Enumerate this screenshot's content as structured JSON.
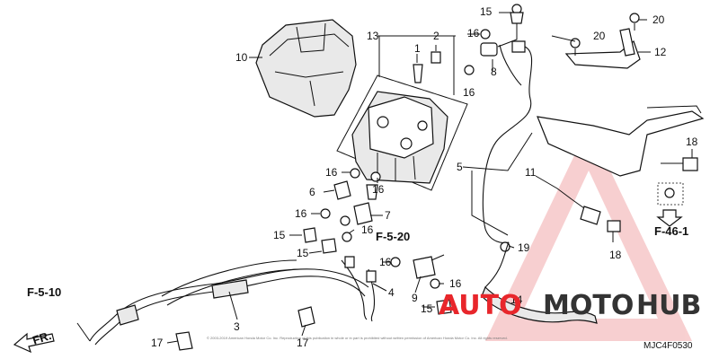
{
  "callouts": {
    "n1": "1",
    "n2": "2",
    "n3": "3",
    "n4": "4",
    "n5": "5",
    "n6": "6",
    "n7": "7",
    "n8": "8",
    "n9": "9",
    "n10": "10",
    "n11": "11",
    "n12": "12",
    "n13": "13",
    "n14": "14",
    "n15a": "15",
    "n15b": "15",
    "n15c": "15",
    "n15d": "15",
    "n16a": "16",
    "n16b": "16",
    "n16c": "16",
    "n16d": "16",
    "n16e": "16",
    "n16f": "16",
    "n16g": "16",
    "n16h": "16",
    "n17a": "17",
    "n17b": "17",
    "n18a": "18",
    "n18b": "18",
    "n19": "19",
    "n20a": "20",
    "n20b": "20"
  },
  "refs": {
    "f510": "F-5-10",
    "f520": "F-5-20",
    "f461": "F-46-1",
    "fr": "FR."
  },
  "diagram_code": "MJC4F0530",
  "watermark": {
    "text_auto": "AUTO",
    "text_moto": "MOTO",
    "text_hub": "HUB",
    "color_red": "#e8262b",
    "color_dark": "#333333"
  },
  "copyright": "© 2003-2019 American Honda Motor Co. Inc. Reproduction of this publication in whole or in part is prohibited without written permission of American Honda Motor Co. Inc. All rights reserved."
}
